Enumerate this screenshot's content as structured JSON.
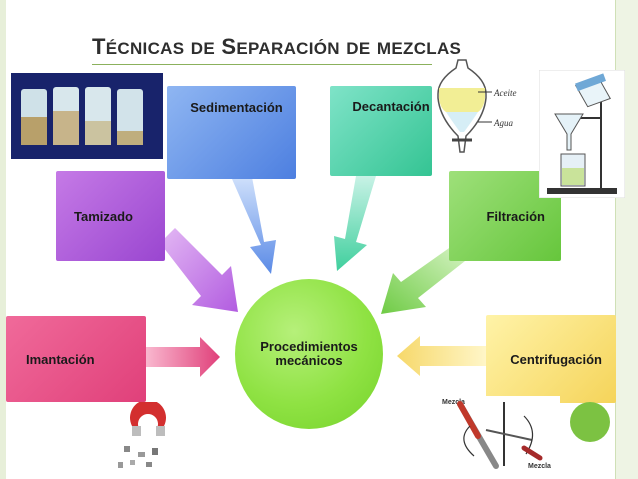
{
  "title": {
    "first_letter": "T",
    "rest_word1": "ÉCNICAS",
    "w2": "DE",
    "w3_first": "S",
    "w3_rest": "EPARACIÓN",
    "w4": "DE",
    "w5": "MEZCLAS"
  },
  "center": {
    "line1": "Procedimientos",
    "line2": "mecánicos"
  },
  "techniques": {
    "imantacion": "Imantación",
    "tamizado": "Tamizado",
    "sedimentacion": "Sedimentación",
    "decantacion": "Decantación",
    "filtracion": "Filtración",
    "centrifugacion": "Centrifugación"
  },
  "funnel_labels": {
    "aceite": "Aceite",
    "agua": "Agua"
  },
  "centrifuge_labels": {
    "top": "Mezcla",
    "bottom": "Mezcla"
  },
  "colors": {
    "imantacion": "#e0407a",
    "tamizado": "#9a46d0",
    "sedimentacion": "#4d7fe0",
    "decantacion": "#34c493",
    "filtracion": "#66c63c",
    "centrifugacion": "#f5d45a",
    "center": "#8fe243",
    "accent": "#7cc242"
  }
}
